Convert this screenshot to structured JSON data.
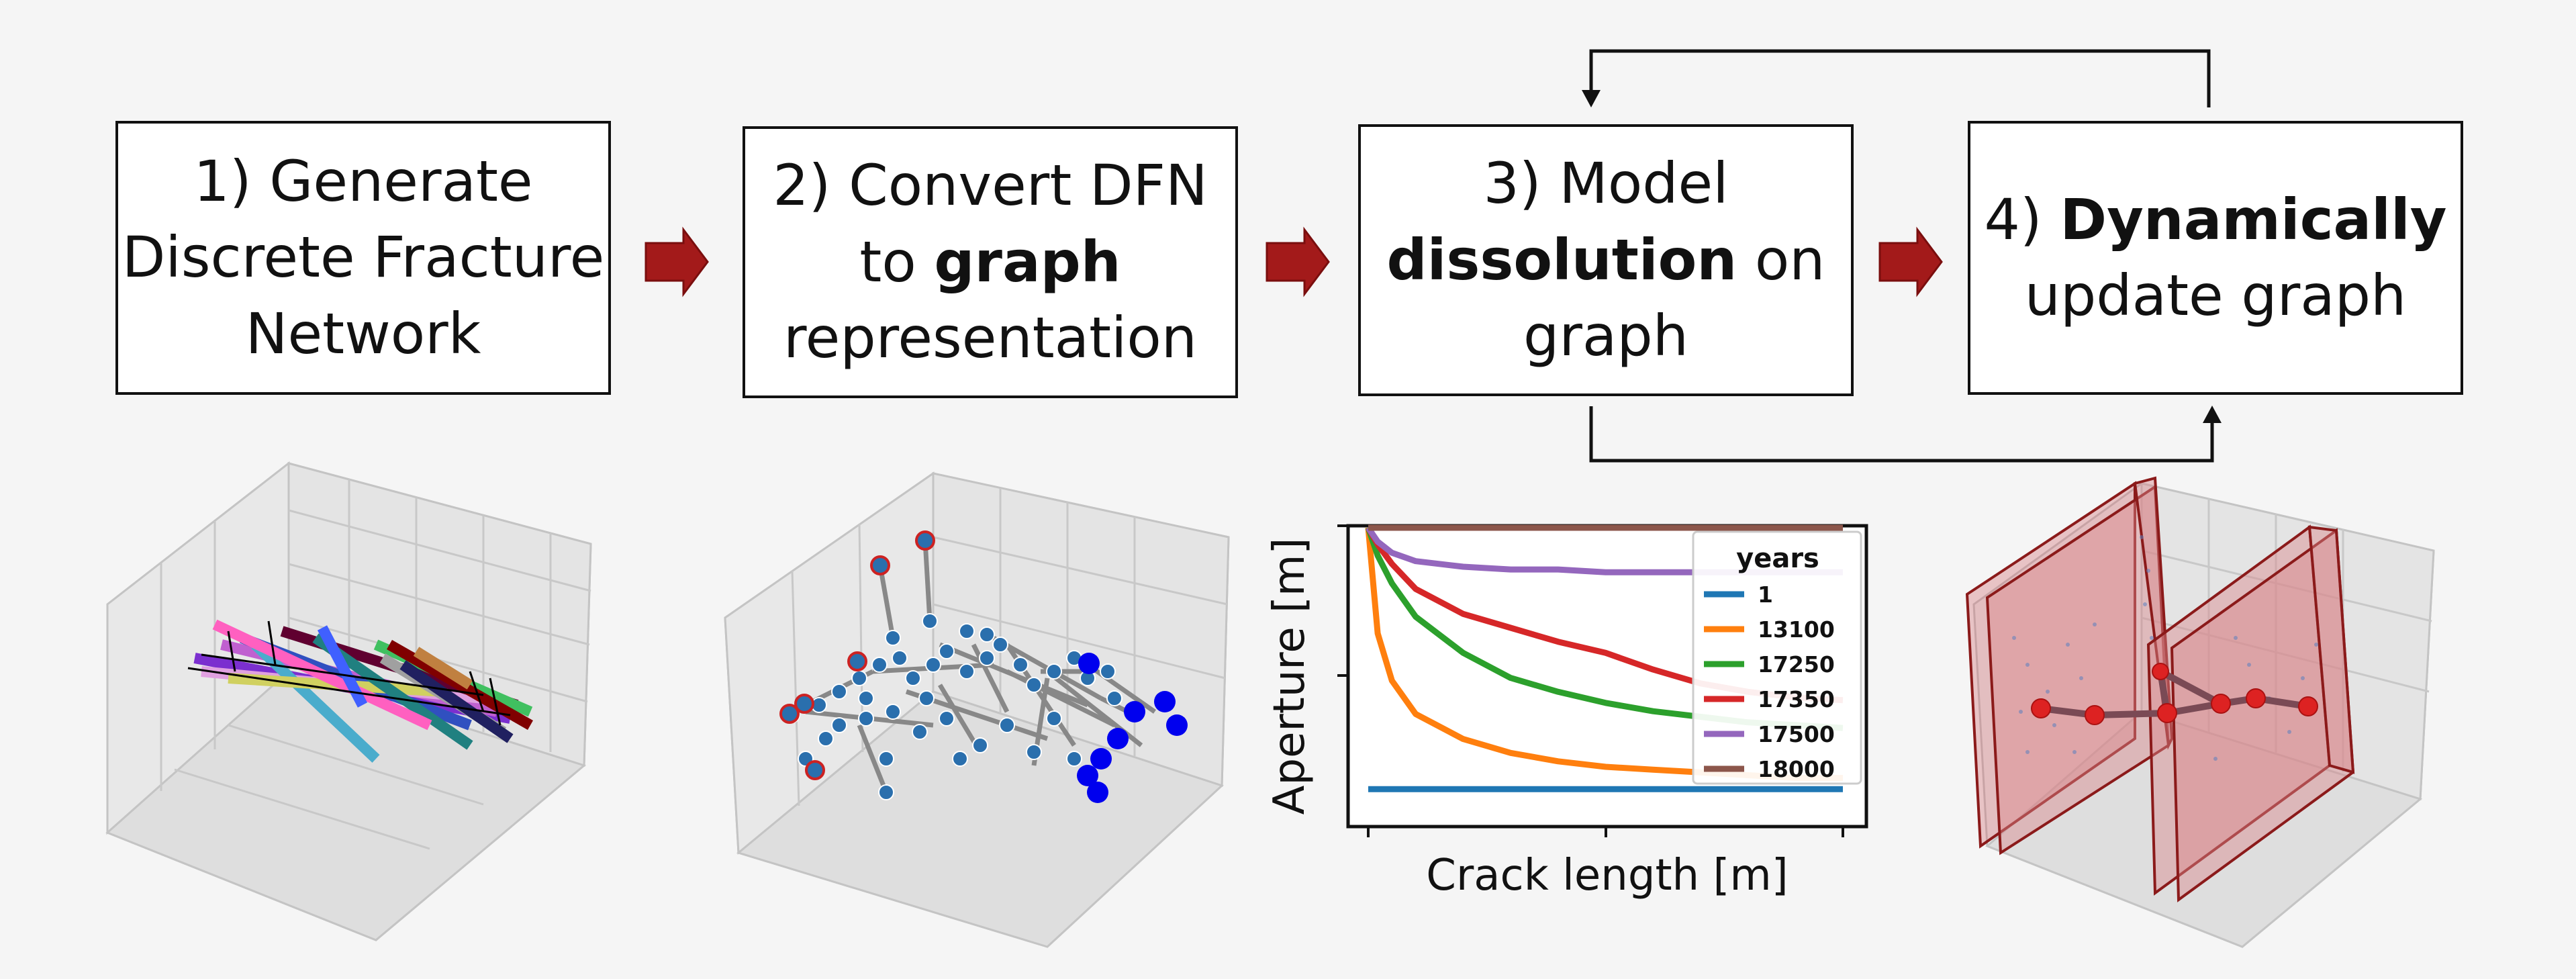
{
  "steps": [
    {
      "line1": "1) Generate",
      "line2": "Discrete Fracture",
      "line3": "Network"
    },
    {
      "line1": "2) Convert DFN",
      "line2_pre": "to ",
      "line2_bold": "graph",
      "line3": "representation"
    },
    {
      "line1": "3) Model",
      "line2_bold": "dissolution",
      "line2_post": " on",
      "line3": "graph"
    },
    {
      "line1_pre": "4) ",
      "line1_bold": "Dynamically",
      "line2": "update graph"
    }
  ],
  "colors": {
    "arrow": "#a31a1a",
    "node_blue": "#2a6fad",
    "node_bright_blue": "#0000ee",
    "node_red": "#cc2222",
    "edge_gray": "#888888",
    "slab": "#d9888c"
  },
  "chart_data": {
    "type": "line",
    "xlabel": "Crack length [m]",
    "ylabel": "Aperture [m]",
    "legend_title": "years",
    "legend_position": "top-right",
    "x": [
      0,
      0.02,
      0.05,
      0.1,
      0.2,
      0.3,
      0.4,
      0.5,
      0.6,
      0.7,
      0.8,
      0.9,
      1.0
    ],
    "series": [
      {
        "name": "1",
        "color": "#1f77b4",
        "values": [
          0.06,
          0.06,
          0.06,
          0.06,
          0.06,
          0.06,
          0.06,
          0.06,
          0.06,
          0.06,
          0.06,
          0.06,
          0.06
        ]
      },
      {
        "name": "13100",
        "color": "#ff7f0e",
        "values": [
          1.0,
          0.62,
          0.45,
          0.33,
          0.24,
          0.19,
          0.16,
          0.14,
          0.13,
          0.12,
          0.11,
          0.1,
          0.1
        ]
      },
      {
        "name": "17250",
        "color": "#2ca02c",
        "values": [
          1.0,
          0.9,
          0.8,
          0.68,
          0.55,
          0.46,
          0.41,
          0.37,
          0.34,
          0.32,
          0.3,
          0.29,
          0.28
        ]
      },
      {
        "name": "17350",
        "color": "#d62728",
        "values": [
          1.0,
          0.94,
          0.87,
          0.78,
          0.69,
          0.64,
          0.59,
          0.55,
          0.49,
          0.44,
          0.41,
          0.39,
          0.38
        ]
      },
      {
        "name": "17500",
        "color": "#9467bd",
        "values": [
          1.0,
          0.95,
          0.91,
          0.88,
          0.86,
          0.85,
          0.85,
          0.84,
          0.84,
          0.84,
          0.84,
          0.84,
          0.84
        ]
      },
      {
        "name": "18000",
        "color": "#8c564b",
        "values": [
          1.0,
          1.0,
          1.0,
          1.0,
          1.0,
          1.0,
          1.0,
          1.0,
          1.0,
          1.0,
          1.0,
          1.0,
          1.0
        ]
      }
    ]
  }
}
